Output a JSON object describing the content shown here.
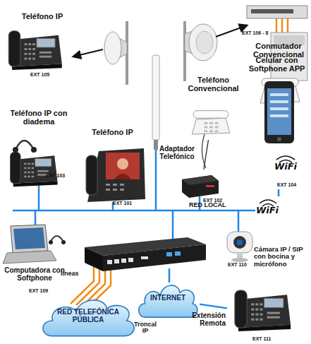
{
  "diagram": {
    "nodes": [
      {
        "text": [
          "Teléfono IP",
          "EXT 105"
        ]
      },
      {
        "text": [
          "EXT 106 - 8",
          "Conmutador Convencional"
        ]
      },
      {
        "text": [
          "Teléfono Convencional"
        ]
      },
      {
        "text": [
          "Adaptador Telefónico",
          "EXT 102"
        ]
      },
      {
        "text": [
          "Celular con Softphone APP",
          "EXT 104"
        ]
      },
      {
        "text": [
          "Teléfono IP con diadema",
          "EXT 103"
        ]
      },
      {
        "text": [
          "Teléfono IP",
          "EXT 101"
        ]
      },
      {
        "text": [
          "Cámara IP / SIP con bocina y micrófono",
          "EXT 110"
        ]
      },
      {
        "text": [
          "Computadora con Softphone",
          "EXT 109"
        ]
      },
      {
        "text": [
          "RED TELEFÓNICA PÚBLICA"
        ]
      },
      {
        "text": [
          "INTERNET"
        ]
      },
      {
        "text": [
          "Extensión Remota",
          "EXT 111"
        ]
      }
    ],
    "edges": [
      {
        "from": 2,
        "to": 3,
        "arrow": "none"
      },
      {
        "from": 10,
        "to": 11,
        "arrow": "none"
      }
    ],
    "labels": [
      "WiFi",
      "RED LOCAL",
      "WiFi",
      "líneas",
      "Troncal IP"
    ]
  }
}
